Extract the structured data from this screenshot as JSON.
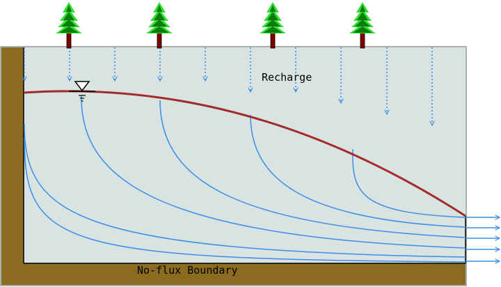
{
  "labels": {
    "recharge": "Recharge",
    "bottom_boundary": "No-flux Boundary"
  },
  "trees": {
    "count": 4
  },
  "recharge_arrows": {
    "count": 10
  },
  "flow_lines": {
    "count": 6
  },
  "discharge_arrows": {
    "count": 5
  },
  "colors": {
    "aquifer": "#d8e3e2",
    "aquifer_border": "#a8b0b0",
    "soil": "#8b6b1f",
    "water_table": "#a52a2a",
    "flow": "#3a8ee6",
    "tree_light": "#33dd33",
    "tree_dark": "#0a7d0a",
    "trunk": "#800000"
  }
}
